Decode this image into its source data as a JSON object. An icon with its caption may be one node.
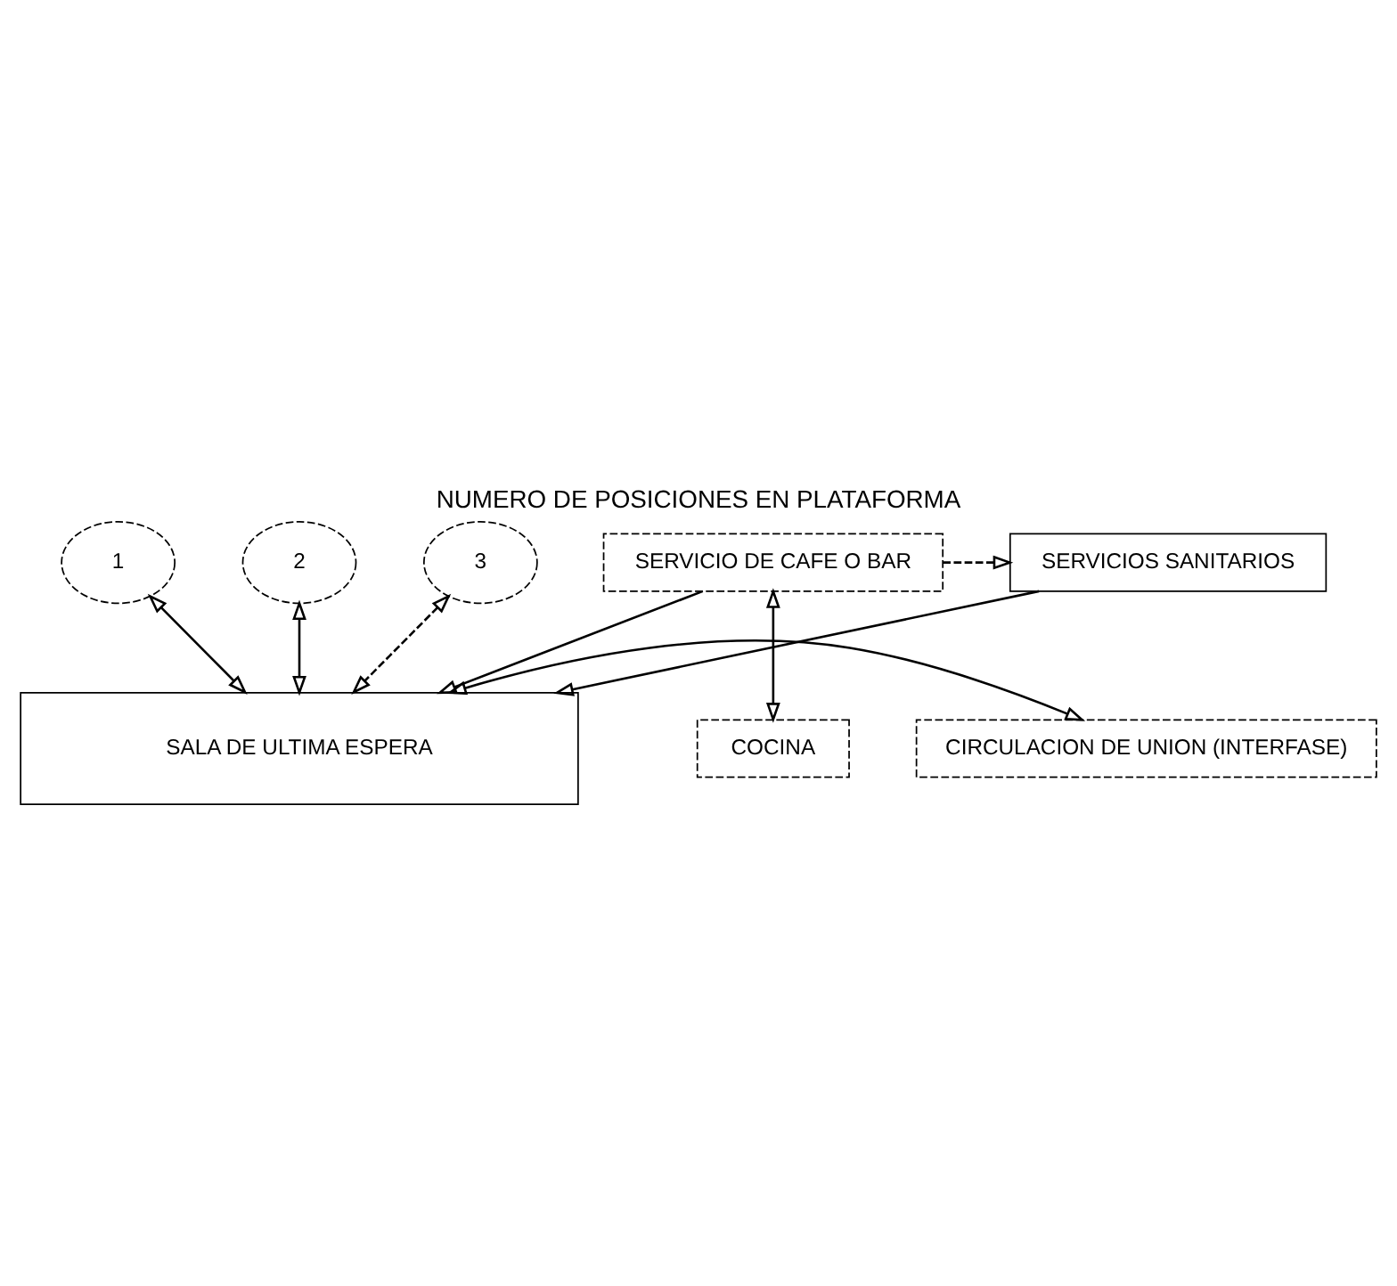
{
  "diagram": {
    "title": "NUMERO DE POSICIONES EN PLATAFORMA",
    "nodes": [
      {
        "text": [
          "1"
        ]
      },
      {
        "text": [
          "2"
        ]
      },
      {
        "text": [
          "3"
        ]
      },
      {
        "text": [
          "SALA DE ULTIMA ESPERA"
        ]
      },
      {
        "text": [
          "SERVICIOS SANITARIOS"
        ]
      },
      {
        "text": [
          "SERVICIO DE CAFE O BAR"
        ]
      },
      {
        "text": [
          "CIRCULACION DE UNION (INTERFASE)"
        ]
      },
      {
        "text": [
          "COCINA"
        ]
      }
    ],
    "edges": [
      {
        "from": 0,
        "to": 3,
        "arrow": "both"
      },
      {
        "from": 1,
        "to": 3,
        "arrow": "both"
      },
      {
        "from": 2,
        "to": 3,
        "arrow": "both",
        "style": "dashed"
      },
      {
        "from": 5,
        "to": 4,
        "arrow": "to",
        "style": "dashed"
      },
      {
        "from": 4,
        "to": 3,
        "arrow": "to"
      },
      {
        "from": 5,
        "to": 3,
        "arrow": "to"
      },
      {
        "from": 6,
        "to": 3,
        "arrow": "both"
      },
      {
        "from": 5,
        "to": 7,
        "arrow": "both"
      }
    ]
  }
}
